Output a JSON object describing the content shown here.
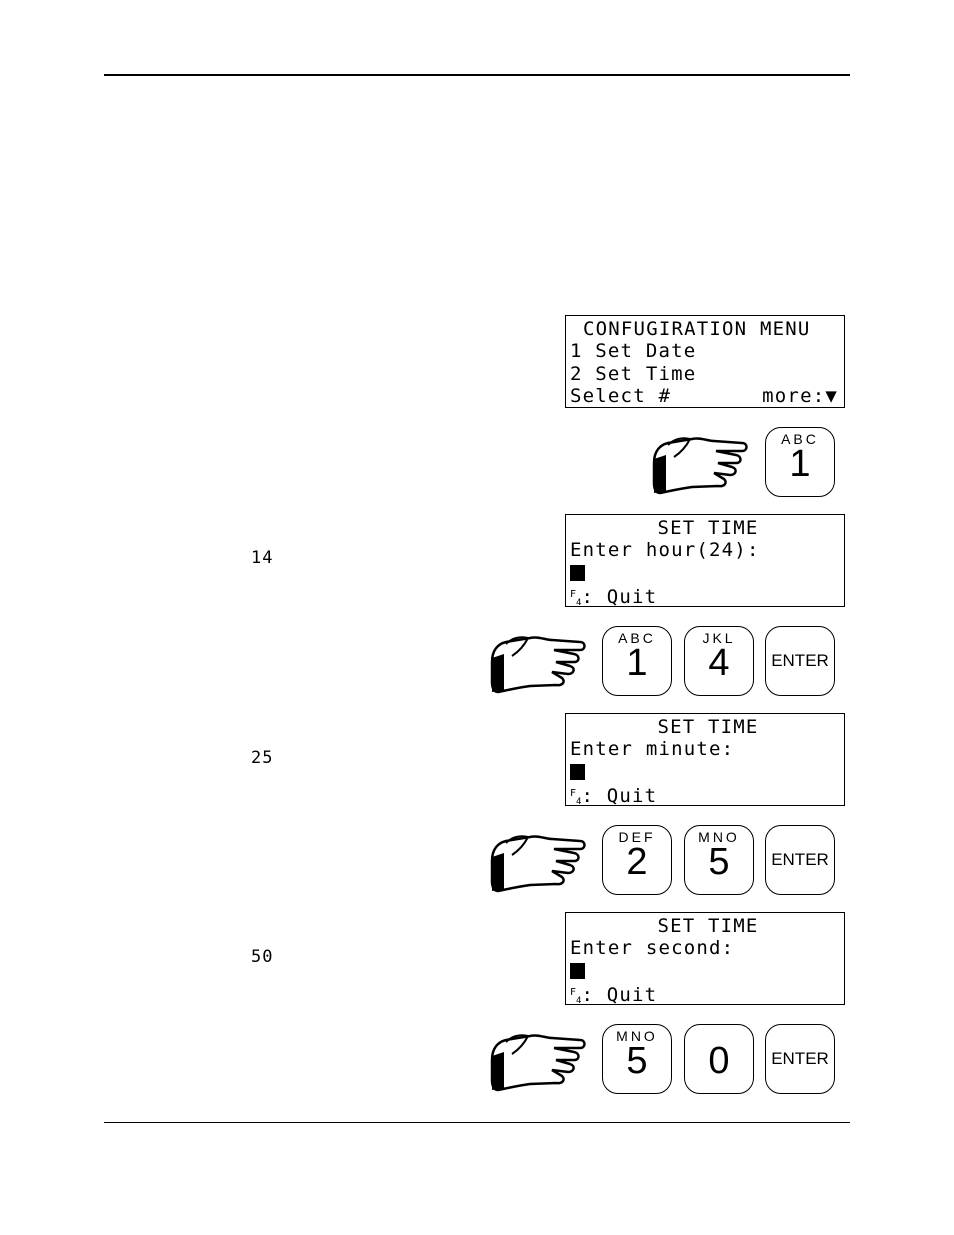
{
  "screens": [
    {
      "lines": [
        "CONFUGIRATION MENU",
        "1 Set Date",
        "2 Set Time",
        "Select #"
      ],
      "more_label": "more:",
      "more_arrow": "▼"
    },
    {
      "title": "SET TIME",
      "prompt": "Enter hour(24):",
      "quit_label": ": Quit",
      "f_key": "F",
      "f_sub": "4"
    },
    {
      "title": "SET TIME",
      "prompt": "Enter minute:",
      "quit_label": ": Quit",
      "f_key": "F",
      "f_sub": "4"
    },
    {
      "title": "SET TIME",
      "prompt": "Enter second:",
      "quit_label": ": Quit",
      "f_key": "F",
      "f_sub": "4"
    }
  ],
  "entries": [
    "14",
    "25",
    "50"
  ],
  "keys": {
    "k1": {
      "letters": "ABC",
      "digit": "1"
    },
    "k4": {
      "letters": "JKL",
      "digit": "4"
    },
    "k2": {
      "letters": "DEF",
      "digit": "2"
    },
    "k5": {
      "letters": "MNO",
      "digit": "5"
    },
    "k0": {
      "letters": "",
      "digit": "0"
    },
    "enter": "ENTER"
  },
  "icons": {
    "pointer": "pointing-hand-icon",
    "cursor": "block-cursor-icon"
  }
}
